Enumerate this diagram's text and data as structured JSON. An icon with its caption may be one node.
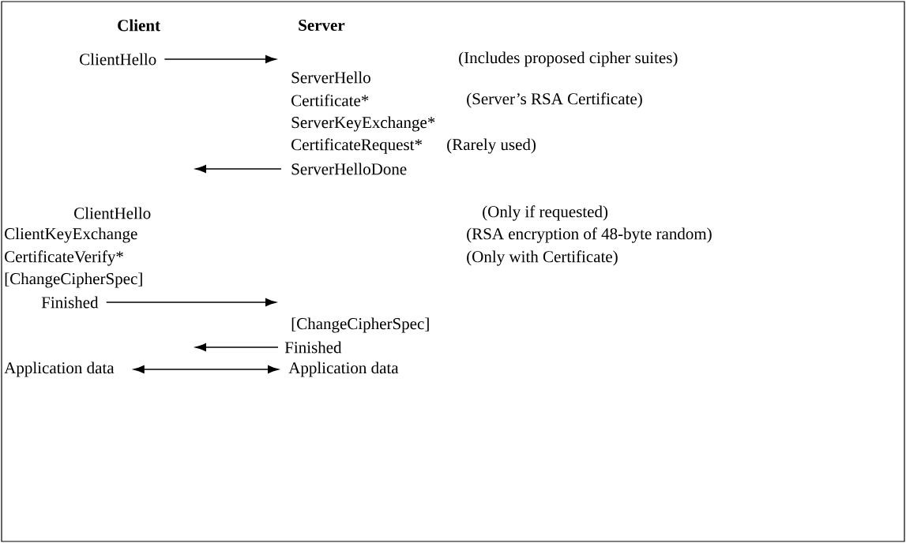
{
  "diagram": {
    "nodes": [
      {
        "text": [
          "ClientHello"
        ]
      },
      {
        "text": [
          "ServerHelloDone"
        ]
      },
      {
        "text": [
          "Finished"
        ]
      },
      {
        "text": [
          "Finished"
        ]
      },
      {
        "text": [
          "Application data"
        ]
      },
      {
        "text": [
          "Application data"
        ]
      }
    ],
    "edges": [
      {
        "from": 0,
        "to": null,
        "arrow": "to"
      },
      {
        "from": 1,
        "to": null,
        "arrow": "to"
      },
      {
        "from": 2,
        "to": null,
        "arrow": "to"
      },
      {
        "from": 3,
        "to": null,
        "arrow": "to"
      },
      {
        "from": 4,
        "to": 5,
        "arrow": "both"
      }
    ],
    "labels": [
      "Client",
      "Server",
      "(Includes proposed cipher suites)",
      "ServerHello",
      "Certificate*",
      "(Server’s RSA Certificate)",
      "ServerKeyExchange*",
      "CertificateRequest*",
      "(Rarely used)",
      "ClientHello",
      "(Only if requested)",
      "ClientKeyExchange",
      "(RSA encryption of 48-byte random)",
      "CertificateVerify*",
      "(Only with Certificate)",
      "[ChangeCipherSpec]",
      "[ChangeCipherSpec]"
    ]
  }
}
